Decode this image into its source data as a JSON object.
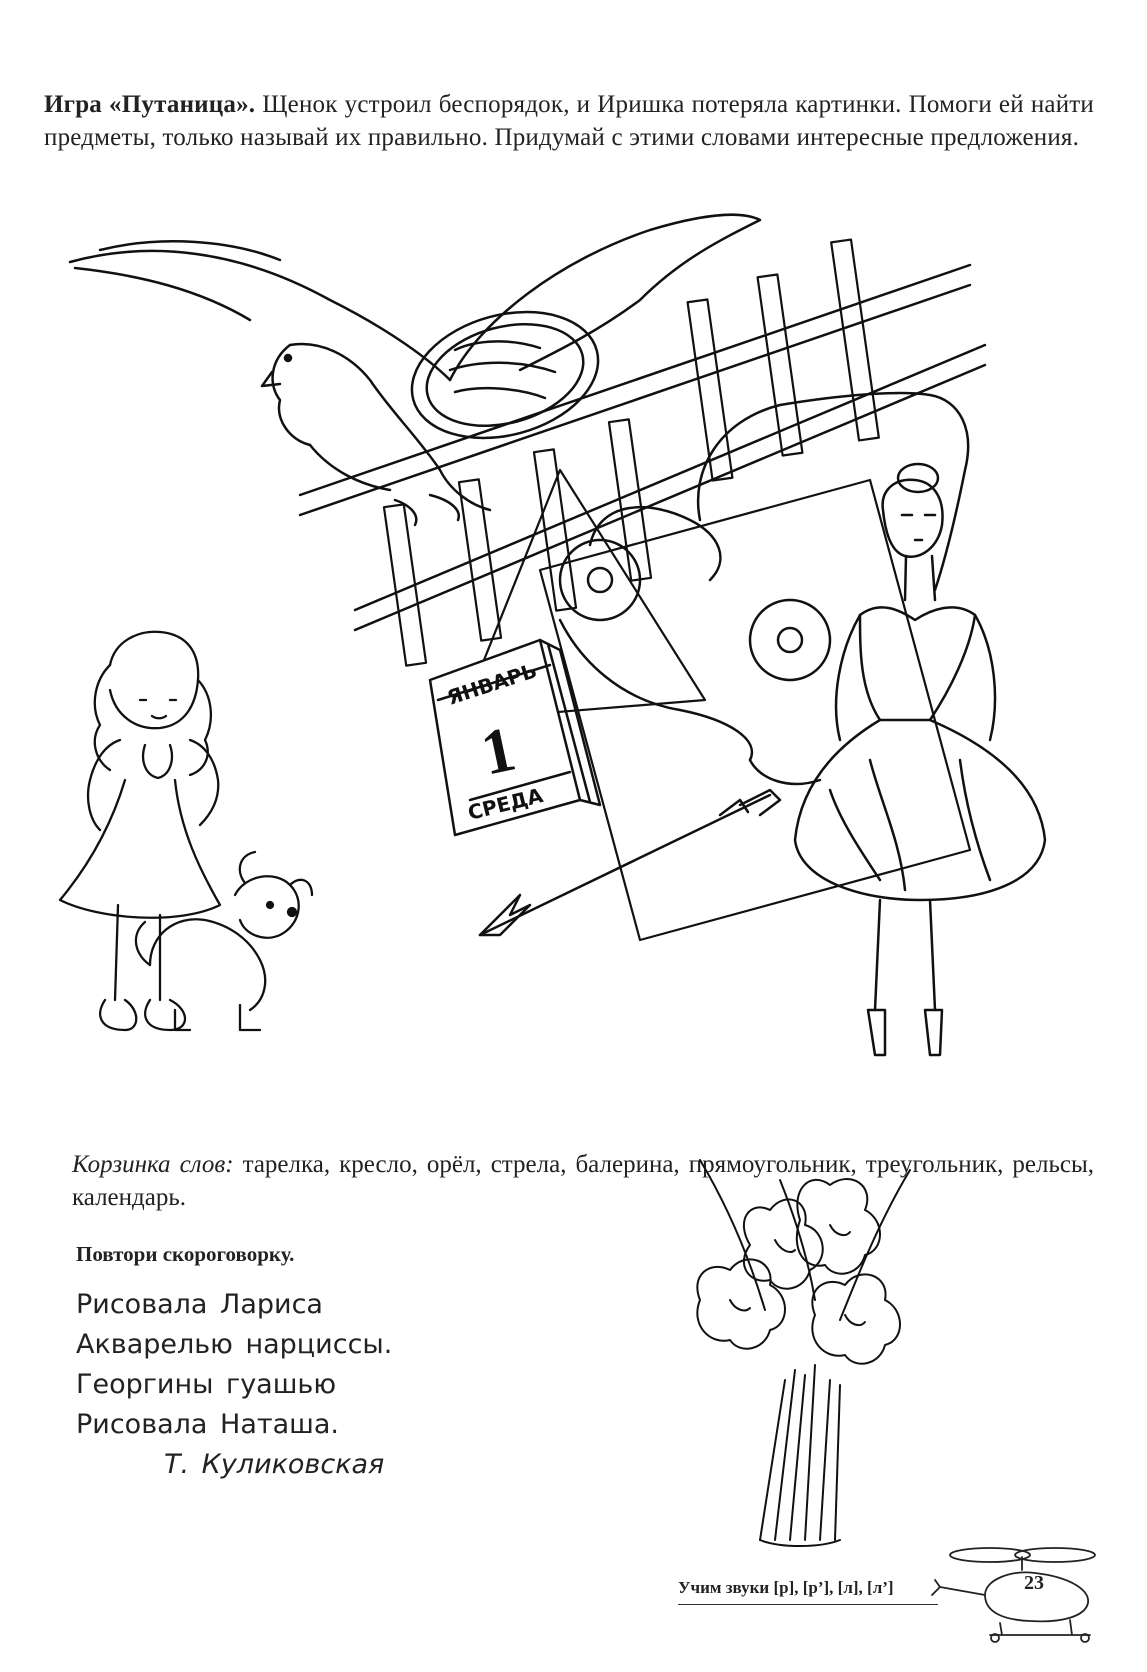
{
  "intro": {
    "title": "Игра «Путаница».",
    "text": " Щенок устроил беспорядок, и Иришка потеряла картинки. Помоги ей найти предметы, только называй их правильно. Придумай с этими словами интересные предложения."
  },
  "calendar": {
    "month": "ЯНВАРЬ",
    "day": "1",
    "weekday": "СРЕДА"
  },
  "basket": {
    "label": "Корзинка слов:",
    "words": " тарелка, кресло, орёл, стрела, балерина, прямоугольник, треугольник, рельсы, календарь."
  },
  "tongue_twister": {
    "heading": "Повтори скороговорку.",
    "lines": [
      "Рисовала Лариса",
      "Акварелью нарциссы.",
      "Георгины гуашью",
      "Рисовала Наташа."
    ],
    "author": "Т. Куликовская"
  },
  "footer": {
    "section": "Учим звуки [р], [р’], [л], [л’]",
    "page": "23"
  }
}
